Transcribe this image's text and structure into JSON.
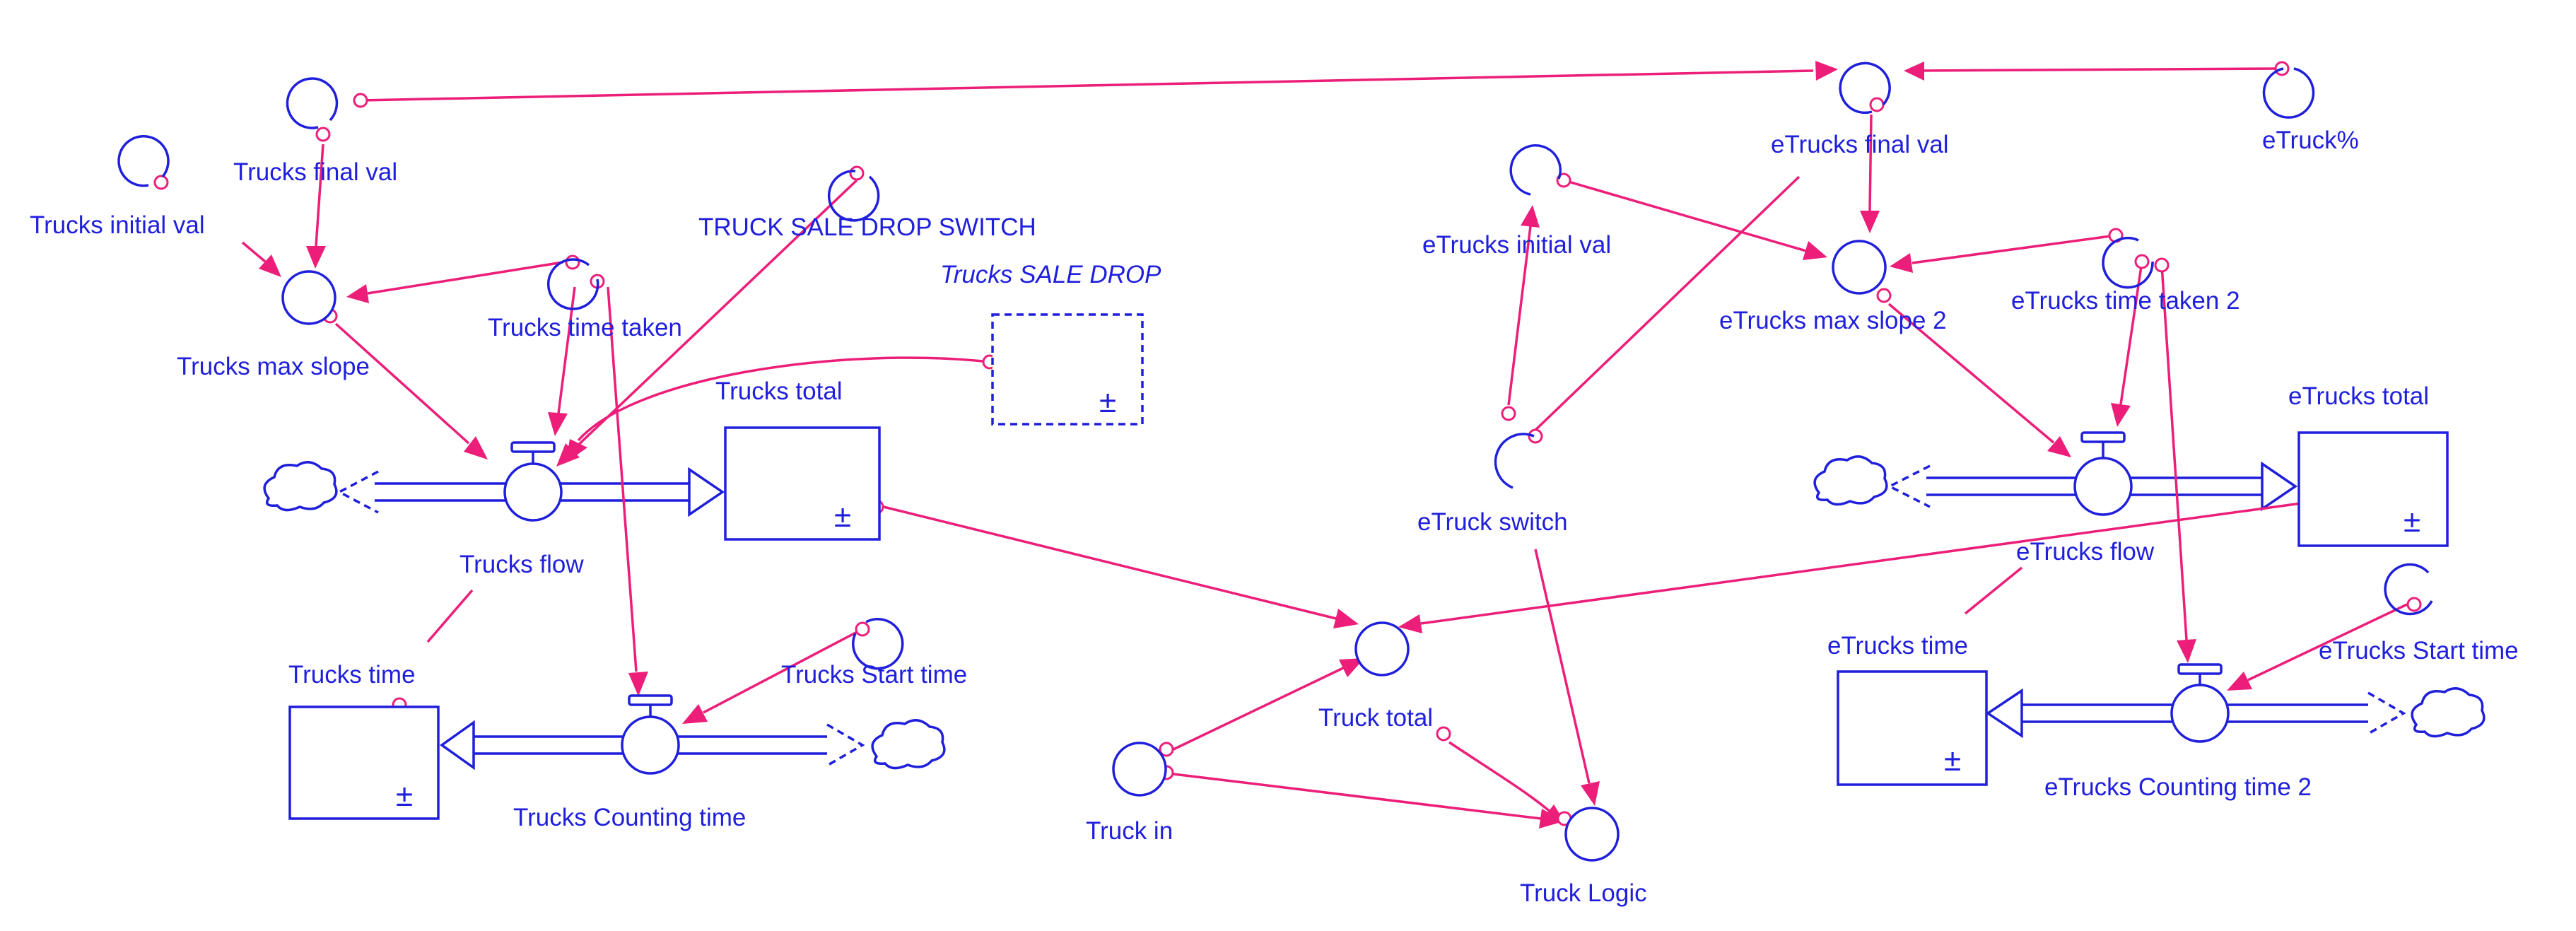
{
  "colors": {
    "diagram": "#1f1fdc",
    "link": "#ec1e79",
    "background": "#ffffff"
  },
  "labels": {
    "trucks_final_val": "Trucks final val",
    "trucks_initial_val": "Trucks initial val",
    "truck_sale_drop_switch": "TRUCK SALE DROP SWITCH",
    "trucks_sale_drop": "Trucks SALE DROP",
    "trucks_max_slope": "Trucks max slope",
    "trucks_time_taken": "Trucks time taken",
    "trucks_total": "Trucks total",
    "trucks_flow": "Trucks flow",
    "trucks_time": "Trucks time",
    "trucks_start_time": "Trucks Start time",
    "trucks_counting_time": "Trucks Counting time",
    "etrucks_final_val": "eTrucks final val",
    "etruck_pct": "eTruck%",
    "etrucks_initial_val": "eTrucks initial val",
    "etrucks_max_slope_2": "eTrucks max slope 2",
    "etrucks_time_taken_2": "eTrucks time taken 2",
    "etrucks_total": "eTrucks total",
    "etruck_switch": "eTruck switch",
    "etrucks_flow": "eTrucks flow",
    "etrucks_time": "eTrucks time",
    "etrucks_start_time": "eTrucks Start time",
    "etrucks_counting_time_2": "eTrucks Counting time 2",
    "truck_total": "Truck total",
    "truck_in": "Truck in",
    "truck_logic": "Truck Logic"
  },
  "stock_symbol": "±"
}
